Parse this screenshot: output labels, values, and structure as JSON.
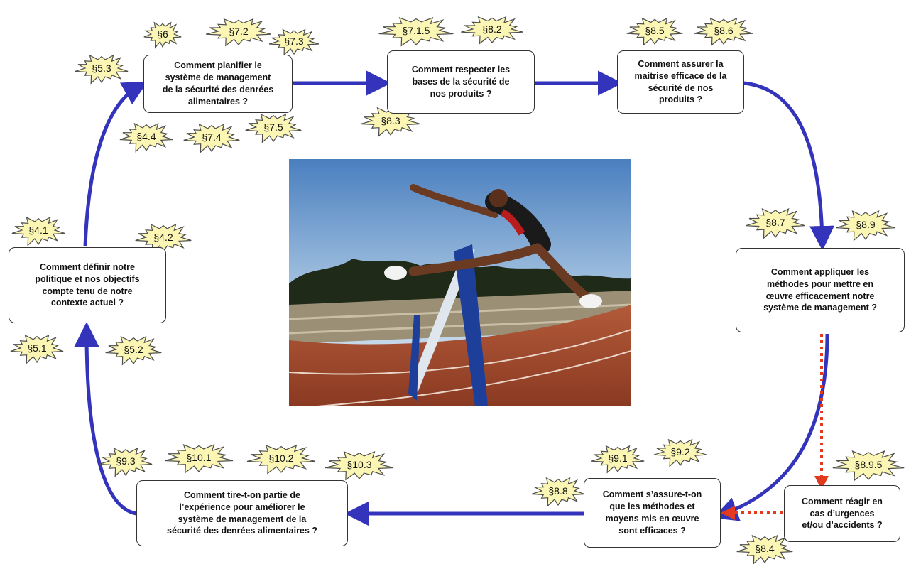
{
  "questions": {
    "plan": "Comment planifier le\nsystème de management\nde la sécurité des denrées\nalimentaires ?",
    "bases": "Comment respecter les\nbases de la sécurité de\nnos produits ?",
    "maitrise": "Comment assurer la\nmaitrise efficace de la\nsécurité de nos\nproduits ?",
    "appliquer": "Comment appliquer les\nméthodes pour mettre en\nœuvre efficacement notre\nsystème de management ?",
    "urgences": "Comment réagir en\ncas d’urgences\net/ou d’accidents ?",
    "efficaces": "Comment s’assure-t-on\nque les méthodes et\nmoyens mis en œuvre\nsont efficaces ?",
    "experience": "Comment tire-t-on partie de\nl’expérience pour améliorer le\nsystème de management de la\nsécurité des denrées alimentaires ?",
    "politique": "Comment définir notre\npolitique et nos objectifs\ncompte tenu de notre\ncontexte actuel ?"
  },
  "clauses": {
    "s6": "§6",
    "s7_2": "§7.2",
    "s7_3": "§7.3",
    "s5_3": "§5.3",
    "s4_4": "§4.4",
    "s7_4": "§7.4",
    "s7_5": "§7.5",
    "s7_1_5": "§7.1.5",
    "s8_2": "§8.2",
    "s8_3": "§8.3",
    "s8_5": "§8.5",
    "s8_6": "§8.6",
    "s8_7": "§8.7",
    "s8_9": "§8.9",
    "s8_9_5": "§8.9.5",
    "s8_4": "§8.4",
    "s9_1": "§9.1",
    "s9_2": "§9.2",
    "s8_8": "§8.8",
    "s9_3": "§9.3",
    "s10_1": "§10.1",
    "s10_2": "§10.2",
    "s10_3": "§10.3",
    "s4_1": "§4.1",
    "s4_2": "§4.2",
    "s5_1": "§5.1",
    "s5_2": "§5.2"
  },
  "colors": {
    "main_arrow": "#3333bb",
    "emergency_arrow": "#e23a1e",
    "burst_fill": "#fbf6b4",
    "burst_stroke": "#4d4d4d",
    "box_border": "#333333"
  },
  "icons": {
    "photo": "hurdler-photo",
    "clause_marker": "starburst"
  }
}
